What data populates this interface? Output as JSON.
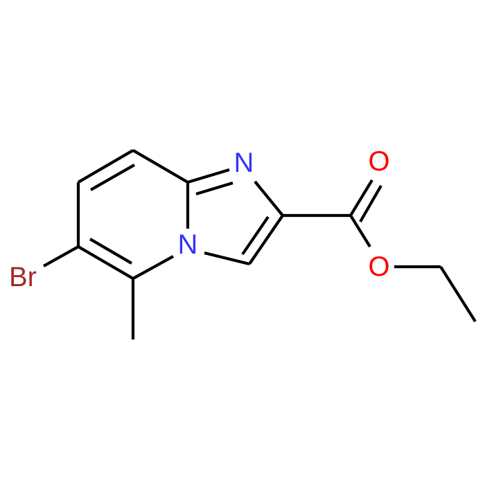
{
  "colors": {
    "bond": "#000000",
    "nitrogen": "#3333ff",
    "oxygen": "#ff0000",
    "bromine": "#a52a2a",
    "background": "#ffffff"
  },
  "atoms": {
    "n_imidazole": "N",
    "n_bridgehead": "N",
    "o_carbonyl": "O",
    "o_ester": "O",
    "br": "Br"
  }
}
